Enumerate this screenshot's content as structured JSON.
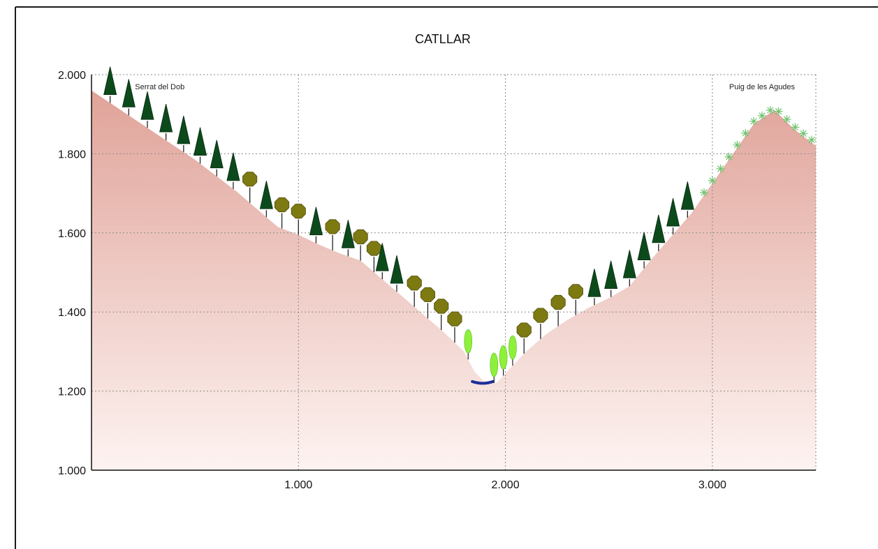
{
  "chart_data": {
    "type": "area",
    "title": "CATLLAR",
    "xlabel": "",
    "ylabel": "",
    "xlim": [
      0,
      3500
    ],
    "ylim": [
      1000,
      2000
    ],
    "x_ticks": [
      1000,
      2000,
      3000
    ],
    "x_tick_labels": [
      "1.000",
      "2.000",
      "3.000"
    ],
    "y_ticks": [
      1000,
      1200,
      1400,
      1600,
      1800,
      2000
    ],
    "y_tick_labels": [
      "1.000",
      "1.200",
      "1.400",
      "1.600",
      "1.800",
      "2.000"
    ],
    "grid": true,
    "colors": {
      "fill_top": "#e0a399",
      "fill_bottom": "#fdf3f1",
      "conifer": "#0c4a1c",
      "broadleaf": "#7d7a12",
      "riparian": "#8ef03a",
      "alpine": "#6cc26c",
      "river": "#1d2f9a"
    },
    "annotations": [
      {
        "text": "Serrat del Dob",
        "x": 330,
        "y": 1970
      },
      {
        "text": "Puig de les Agudes",
        "x": 3240,
        "y": 1970
      }
    ],
    "profile": {
      "x": [
        0,
        100,
        200,
        300,
        400,
        500,
        600,
        700,
        800,
        900,
        1000,
        1100,
        1200,
        1300,
        1400,
        1500,
        1600,
        1700,
        1800,
        1850,
        1900,
        1940,
        1960,
        2000,
        2100,
        2200,
        2300,
        2400,
        2500,
        2600,
        2700,
        2800,
        2900,
        3000,
        3100,
        3200,
        3300,
        3400,
        3500
      ],
      "y": [
        1960,
        1925,
        1890,
        1855,
        1820,
        1785,
        1745,
        1705,
        1660,
        1615,
        1595,
        1570,
        1548,
        1530,
        1485,
        1440,
        1395,
        1350,
        1300,
        1250,
        1222,
        1220,
        1222,
        1245,
        1300,
        1345,
        1380,
        1410,
        1435,
        1465,
        1530,
        1590,
        1650,
        1725,
        1800,
        1875,
        1910,
        1860,
        1820,
        1765
      ]
    },
    "vegetation": [
      {
        "kind": "conifer",
        "x": 90
      },
      {
        "kind": "conifer",
        "x": 180
      },
      {
        "kind": "conifer",
        "x": 270
      },
      {
        "kind": "conifer",
        "x": 360
      },
      {
        "kind": "conifer",
        "x": 445
      },
      {
        "kind": "conifer",
        "x": 525
      },
      {
        "kind": "conifer",
        "x": 605
      },
      {
        "kind": "conifer",
        "x": 685
      },
      {
        "kind": "broadleaf",
        "x": 765
      },
      {
        "kind": "conifer",
        "x": 845
      },
      {
        "kind": "broadleaf",
        "x": 920
      },
      {
        "kind": "broadleaf",
        "x": 1000
      },
      {
        "kind": "conifer",
        "x": 1085
      },
      {
        "kind": "broadleaf",
        "x": 1165
      },
      {
        "kind": "conifer",
        "x": 1240
      },
      {
        "kind": "broadleaf",
        "x": 1300
      },
      {
        "kind": "broadleaf",
        "x": 1365
      },
      {
        "kind": "conifer",
        "x": 1405
      },
      {
        "kind": "conifer",
        "x": 1475
      },
      {
        "kind": "broadleaf",
        "x": 1560
      },
      {
        "kind": "broadleaf",
        "x": 1625
      },
      {
        "kind": "broadleaf",
        "x": 1690
      },
      {
        "kind": "broadleaf",
        "x": 1755
      },
      {
        "kind": "riparian",
        "x": 1820
      },
      {
        "kind": "riparian",
        "x": 1945
      },
      {
        "kind": "riparian",
        "x": 1990
      },
      {
        "kind": "riparian",
        "x": 2035
      },
      {
        "kind": "broadleaf",
        "x": 2090
      },
      {
        "kind": "broadleaf",
        "x": 2170
      },
      {
        "kind": "broadleaf",
        "x": 2255
      },
      {
        "kind": "broadleaf",
        "x": 2340
      },
      {
        "kind": "conifer",
        "x": 2430
      },
      {
        "kind": "conifer",
        "x": 2510
      },
      {
        "kind": "conifer",
        "x": 2600
      },
      {
        "kind": "conifer",
        "x": 2670
      },
      {
        "kind": "conifer",
        "x": 2740
      },
      {
        "kind": "conifer",
        "x": 2810
      },
      {
        "kind": "conifer",
        "x": 2880
      }
    ],
    "alpine_shrubs": [
      2960,
      3000,
      3040,
      3080,
      3120,
      3160,
      3200,
      3240,
      3280,
      3320,
      3360,
      3400,
      3440,
      3480
    ],
    "river": {
      "x0": 1840,
      "x1": 1940
    }
  }
}
